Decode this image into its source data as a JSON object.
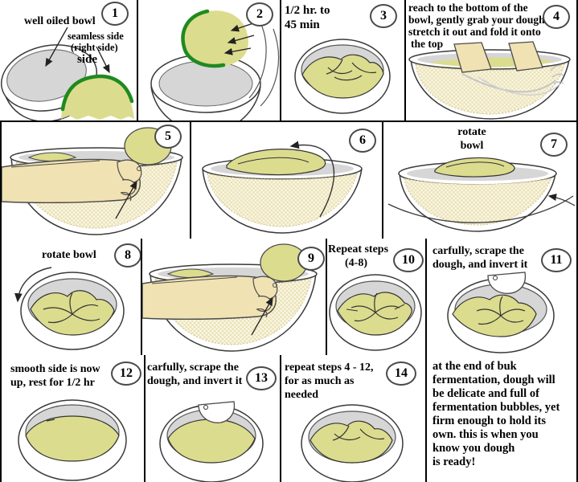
{
  "colors": {
    "dough": "#dcdc8f",
    "dough_pale": "#faf7e3",
    "hatch_line": "#e4d9a8",
    "bowl_gray": "#d6d6d6",
    "seam_green": "#1f8a1f",
    "skin": "#f1e2b3",
    "outline": "#3a3a3a"
  },
  "steps": {
    "s1": {
      "num": "1",
      "label_bowl": "well oiled bowl",
      "label_seam_1": "seamless side",
      "label_seam_2": "(right side)",
      "label_side": "side"
    },
    "s2": {
      "num": "2"
    },
    "s3": {
      "num": "3",
      "lines": [
        "1/2 hr. to",
        "45 min"
      ]
    },
    "s4": {
      "num": "4",
      "lines": [
        "reach to the bottom of the",
        "bowl, gently grab your dough",
        "stretch it out and fold it onto",
        "the top"
      ]
    },
    "s5": {
      "num": "5"
    },
    "s6": {
      "num": "6"
    },
    "s7": {
      "num": "7",
      "lines": [
        "rotate",
        "bowl"
      ]
    },
    "s8": {
      "num": "8",
      "caption": "rotate bowl"
    },
    "s9": {
      "num": "9"
    },
    "s10": {
      "num": "10",
      "lines": [
        "Repeat steps",
        "(4-8)"
      ]
    },
    "s11": {
      "num": "11",
      "lines": [
        "carfully, scrape the",
        "dough, and invert it"
      ]
    },
    "s12": {
      "num": "12",
      "lines": [
        "smooth side is now",
        "up, rest for 1/2 hr"
      ]
    },
    "s13": {
      "num": "13",
      "lines": [
        "carfully, scrape the",
        "dough, and invert it"
      ]
    },
    "s14": {
      "num": "14",
      "lines": [
        "repeat steps 4 - 12,",
        "for as much as",
        "needed"
      ]
    },
    "final": {
      "lines": [
        "at the end of buk",
        "fermentation, dough will",
        "be delicate and full of",
        "fermentation bubbles, yet",
        "firm enough to hold its",
        "own. this is when you",
        "know you dough",
        "is ready!"
      ]
    }
  }
}
